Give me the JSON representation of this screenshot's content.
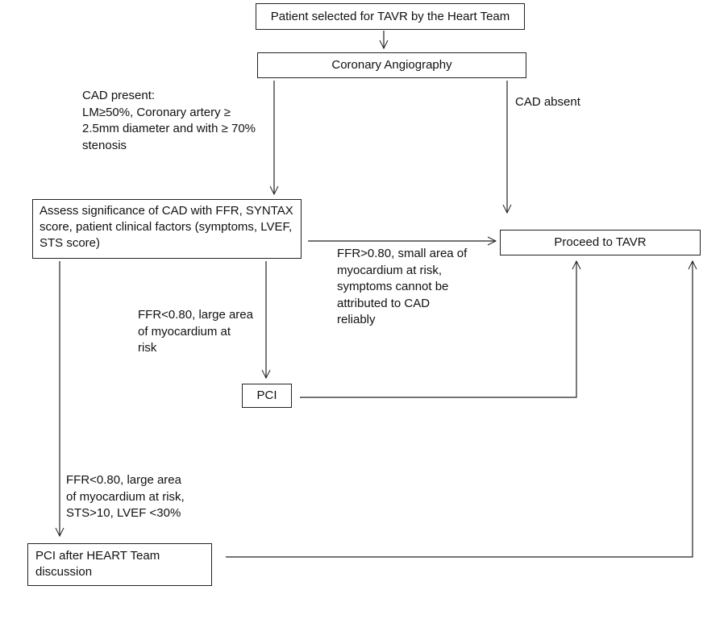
{
  "nodes": {
    "patient_selected": "Patient selected for TAVR by the Heart Team",
    "coronary_angiography": "Coronary Angiography",
    "assess_significance": "Assess significance of CAD with FFR, SYNTAX score, patient clinical factors (symptoms, LVEF, STS score)",
    "proceed_tavr": "Proceed to TAVR",
    "pci": "PCI",
    "pci_after_heart_team": "PCI after HEART Team discussion"
  },
  "edge_labels": {
    "cad_present": "CAD present:\nLM≥50%, Coronary artery ≥\n2.5mm diameter and with ≥ 70%\nstenosis",
    "cad_absent": "CAD absent",
    "ffr_above": "FFR>0.80, small area of\nmyocardium at risk,\nsymptoms cannot be\nattributed to CAD\nreliably",
    "ffr_below_pci": "FFR<0.80,  large area\nof myocardium at\nrisk",
    "ffr_below_heart_team": "FFR<0.80,  large area\nof myocardium at risk,\nSTS>10, LVEF <30%"
  }
}
